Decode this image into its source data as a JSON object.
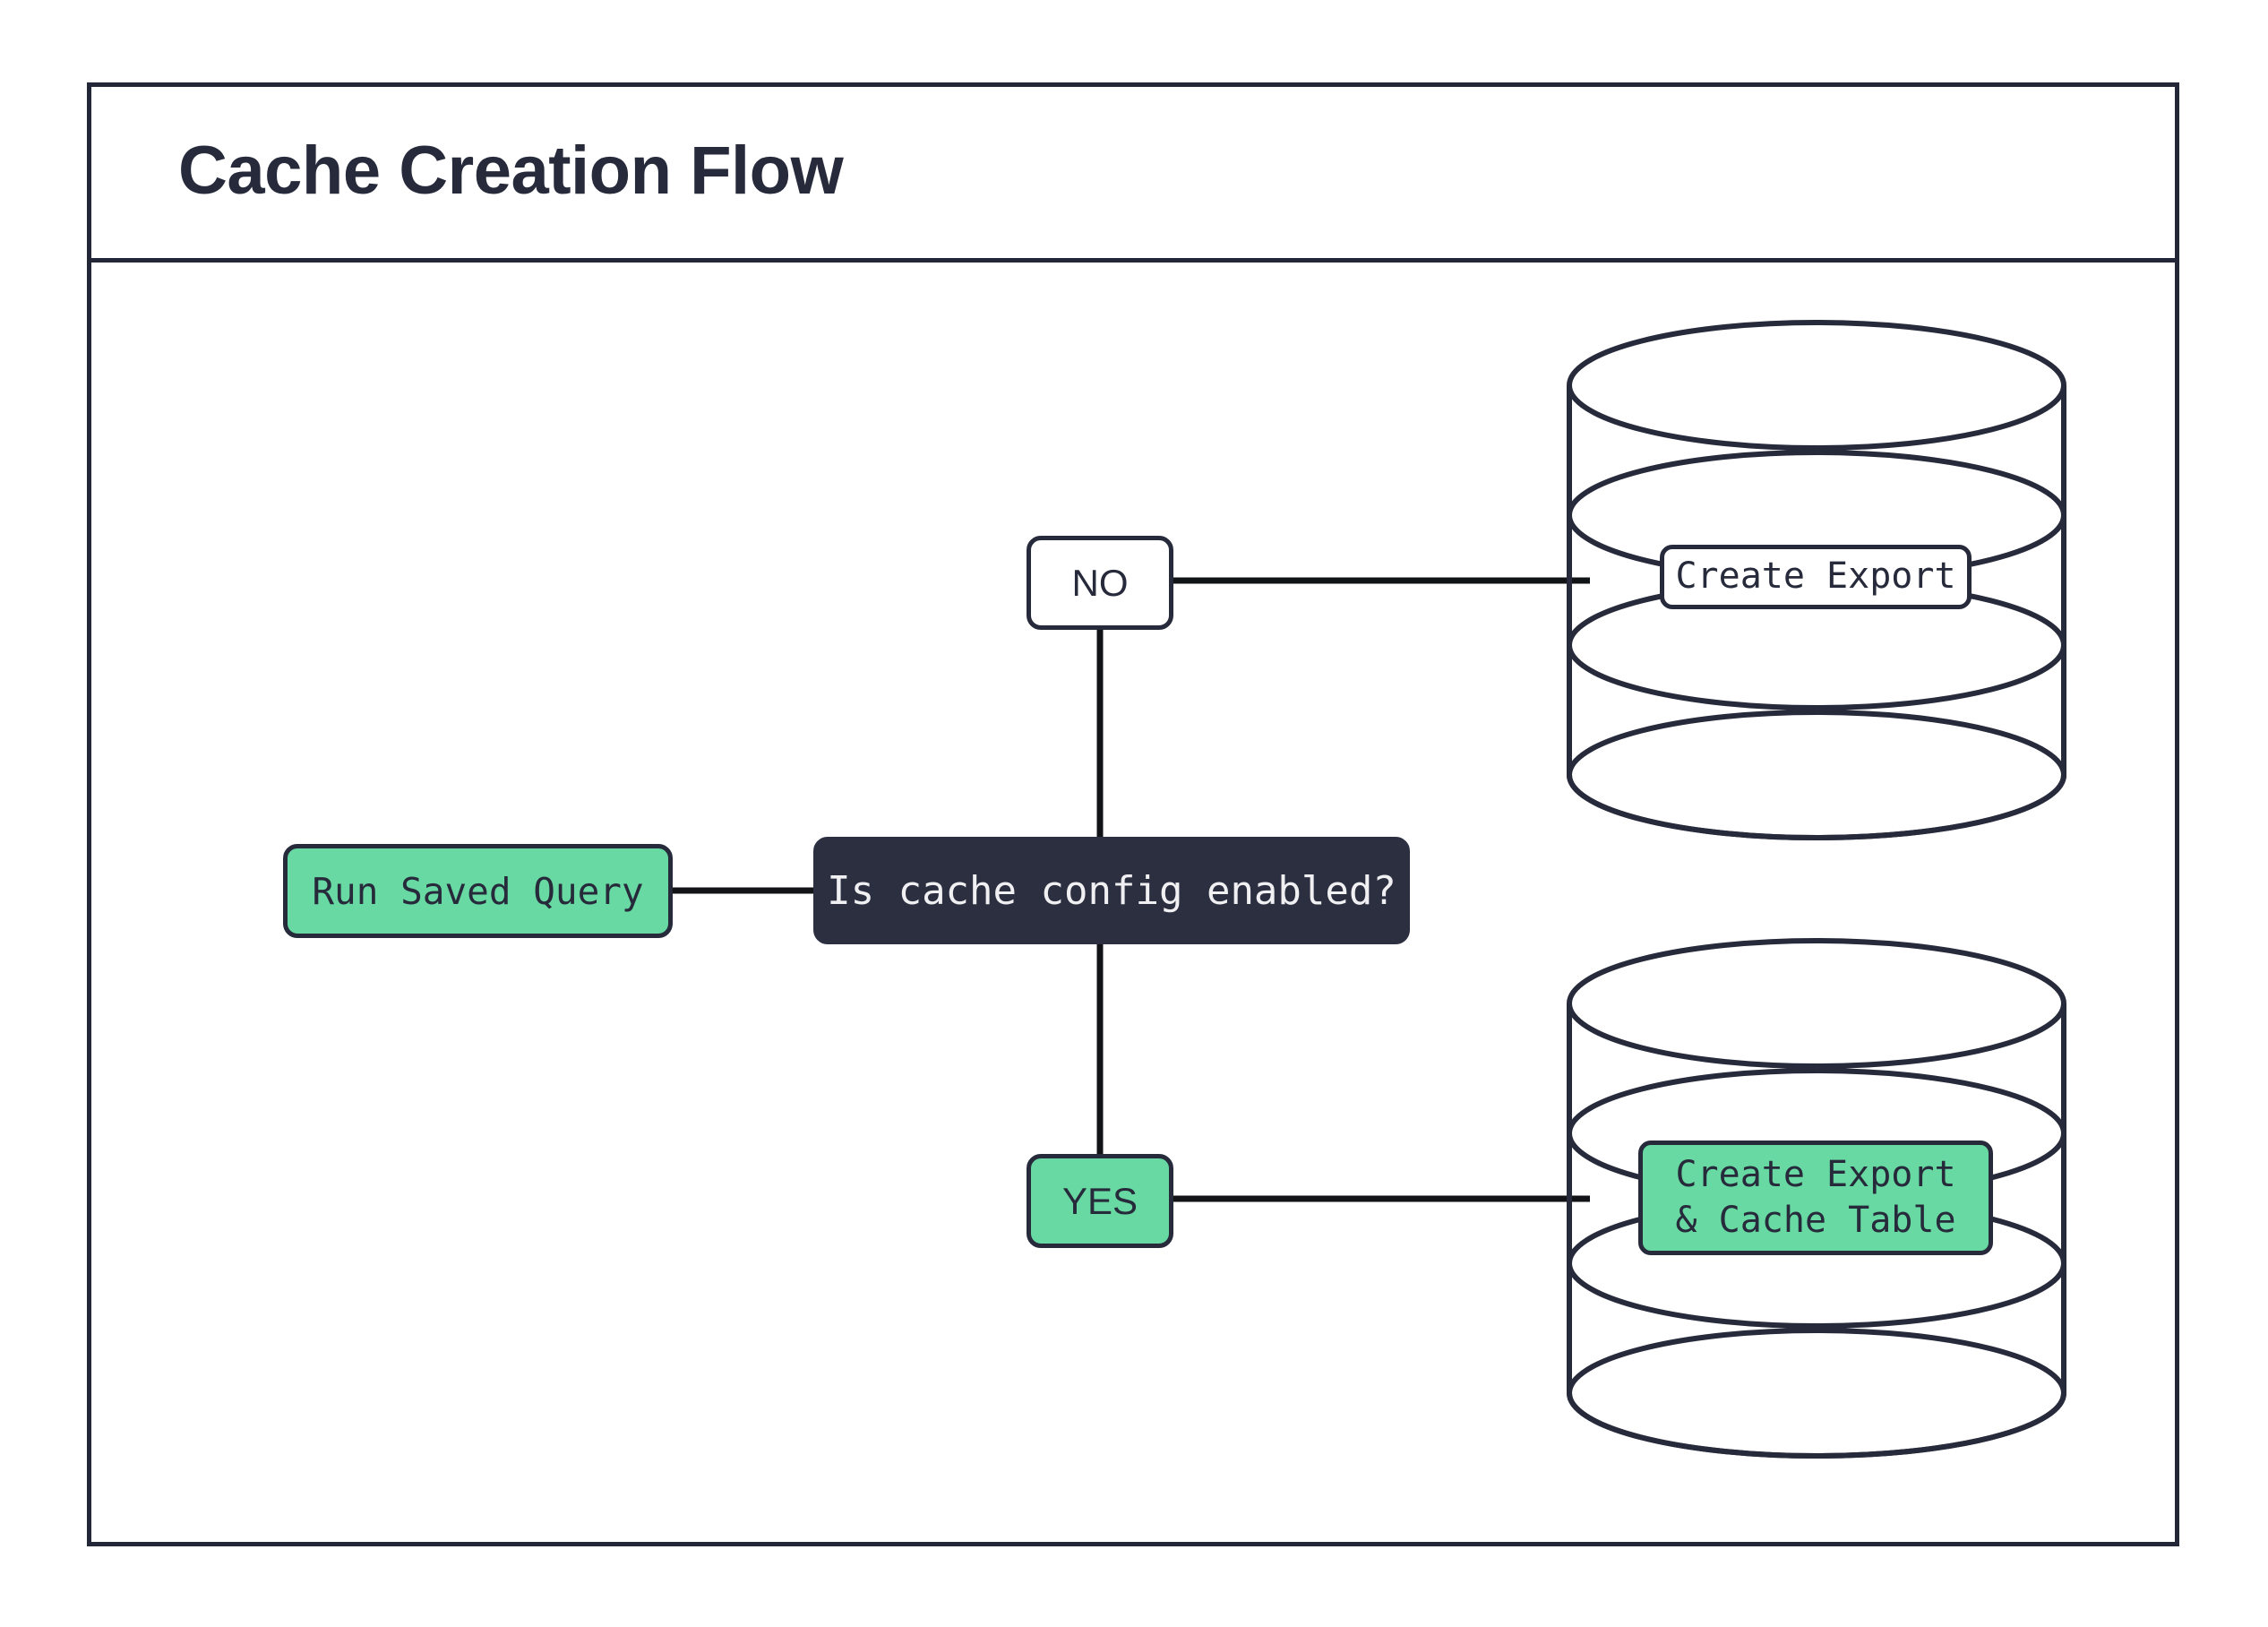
{
  "diagram": {
    "title": "Cache Creation Flow",
    "type": "flowchart",
    "colors": {
      "stroke": "#262a3b",
      "green": "#68D9A2",
      "dark": "#2b2f40",
      "white": "#ffffff",
      "background": "#ffffff"
    },
    "nodes": {
      "run_saved_query": {
        "label": "Run Saved Query",
        "style": "green"
      },
      "decision": {
        "label": "Is cache config enabled?",
        "style": "dark"
      },
      "branch_no": {
        "label": "NO",
        "style": "white"
      },
      "branch_yes": {
        "label": "YES",
        "style": "green"
      },
      "db_top": {
        "shape": "database-cylinder",
        "label": "Create Export",
        "style": "white"
      },
      "db_bottom": {
        "shape": "database-cylinder",
        "label_line1": "Create Export",
        "label_line2": "& Cache Table",
        "style": "green"
      }
    },
    "edges": [
      {
        "from": "run_saved_query",
        "to": "decision"
      },
      {
        "from": "decision",
        "to": "branch_no"
      },
      {
        "from": "decision",
        "to": "branch_yes"
      },
      {
        "from": "branch_no",
        "to": "db_top"
      },
      {
        "from": "branch_yes",
        "to": "db_bottom"
      }
    ]
  }
}
